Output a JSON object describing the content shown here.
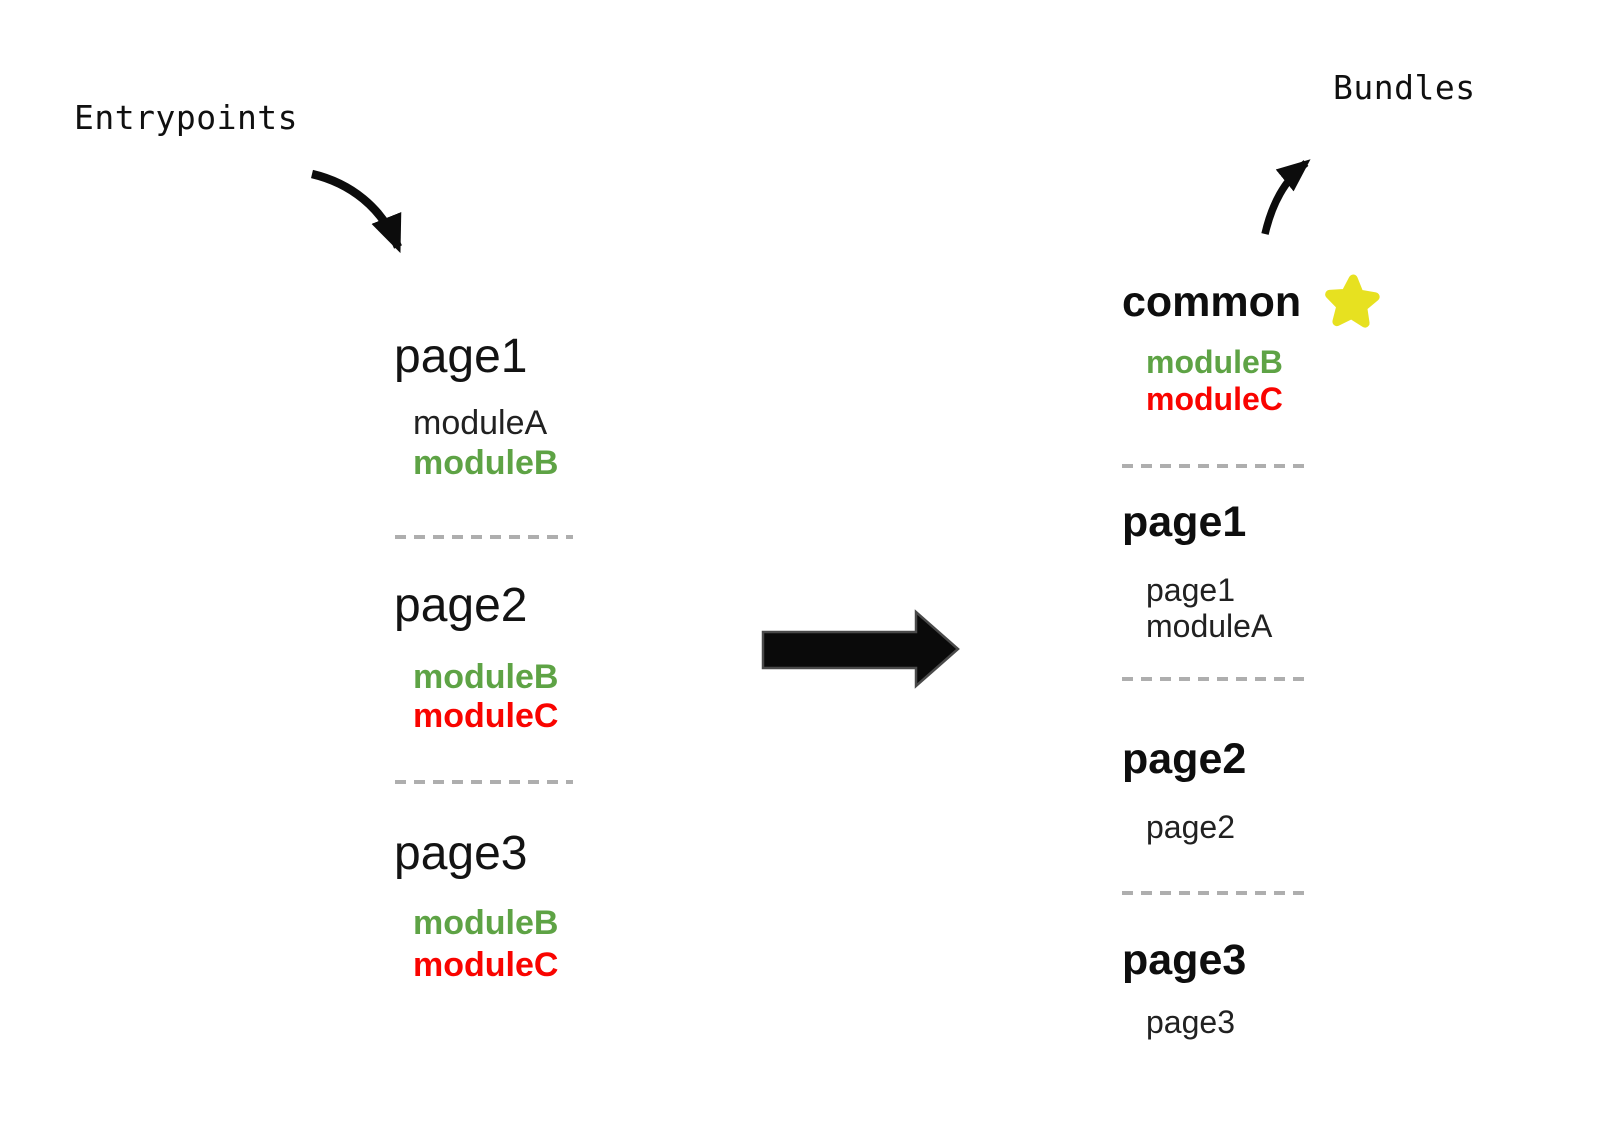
{
  "labels": {
    "entrypoints": "Entrypoints",
    "bundles": "Bundles"
  },
  "entrypoints": [
    {
      "name": "page1",
      "modules": [
        {
          "label": "moduleA",
          "color": "black"
        },
        {
          "label": "moduleB",
          "color": "green"
        }
      ]
    },
    {
      "name": "page2",
      "modules": [
        {
          "label": "moduleB",
          "color": "green"
        },
        {
          "label": "moduleC",
          "color": "red"
        }
      ]
    },
    {
      "name": "page3",
      "modules": [
        {
          "label": "moduleB",
          "color": "green"
        },
        {
          "label": "moduleC",
          "color": "red"
        }
      ]
    }
  ],
  "bundles": [
    {
      "name": "common",
      "starred": true,
      "modules": [
        {
          "label": "moduleB",
          "color": "green"
        },
        {
          "label": "moduleC",
          "color": "red"
        }
      ]
    },
    {
      "name": "page1",
      "starred": false,
      "modules": [
        {
          "label": "page1",
          "color": "black"
        },
        {
          "label": "moduleA",
          "color": "black"
        }
      ]
    },
    {
      "name": "page2",
      "starred": false,
      "modules": [
        {
          "label": "page2",
          "color": "black"
        }
      ]
    },
    {
      "name": "page3",
      "starred": false,
      "modules": [
        {
          "label": "page3",
          "color": "black"
        }
      ]
    }
  ],
  "colors": {
    "module_green": "#5ea345",
    "module_red": "#f90400",
    "star_yellow": "#e7e120",
    "text_dark": "#161616",
    "divider_gray": "#aeaeae",
    "arrow_black": "#0c0c0c"
  }
}
